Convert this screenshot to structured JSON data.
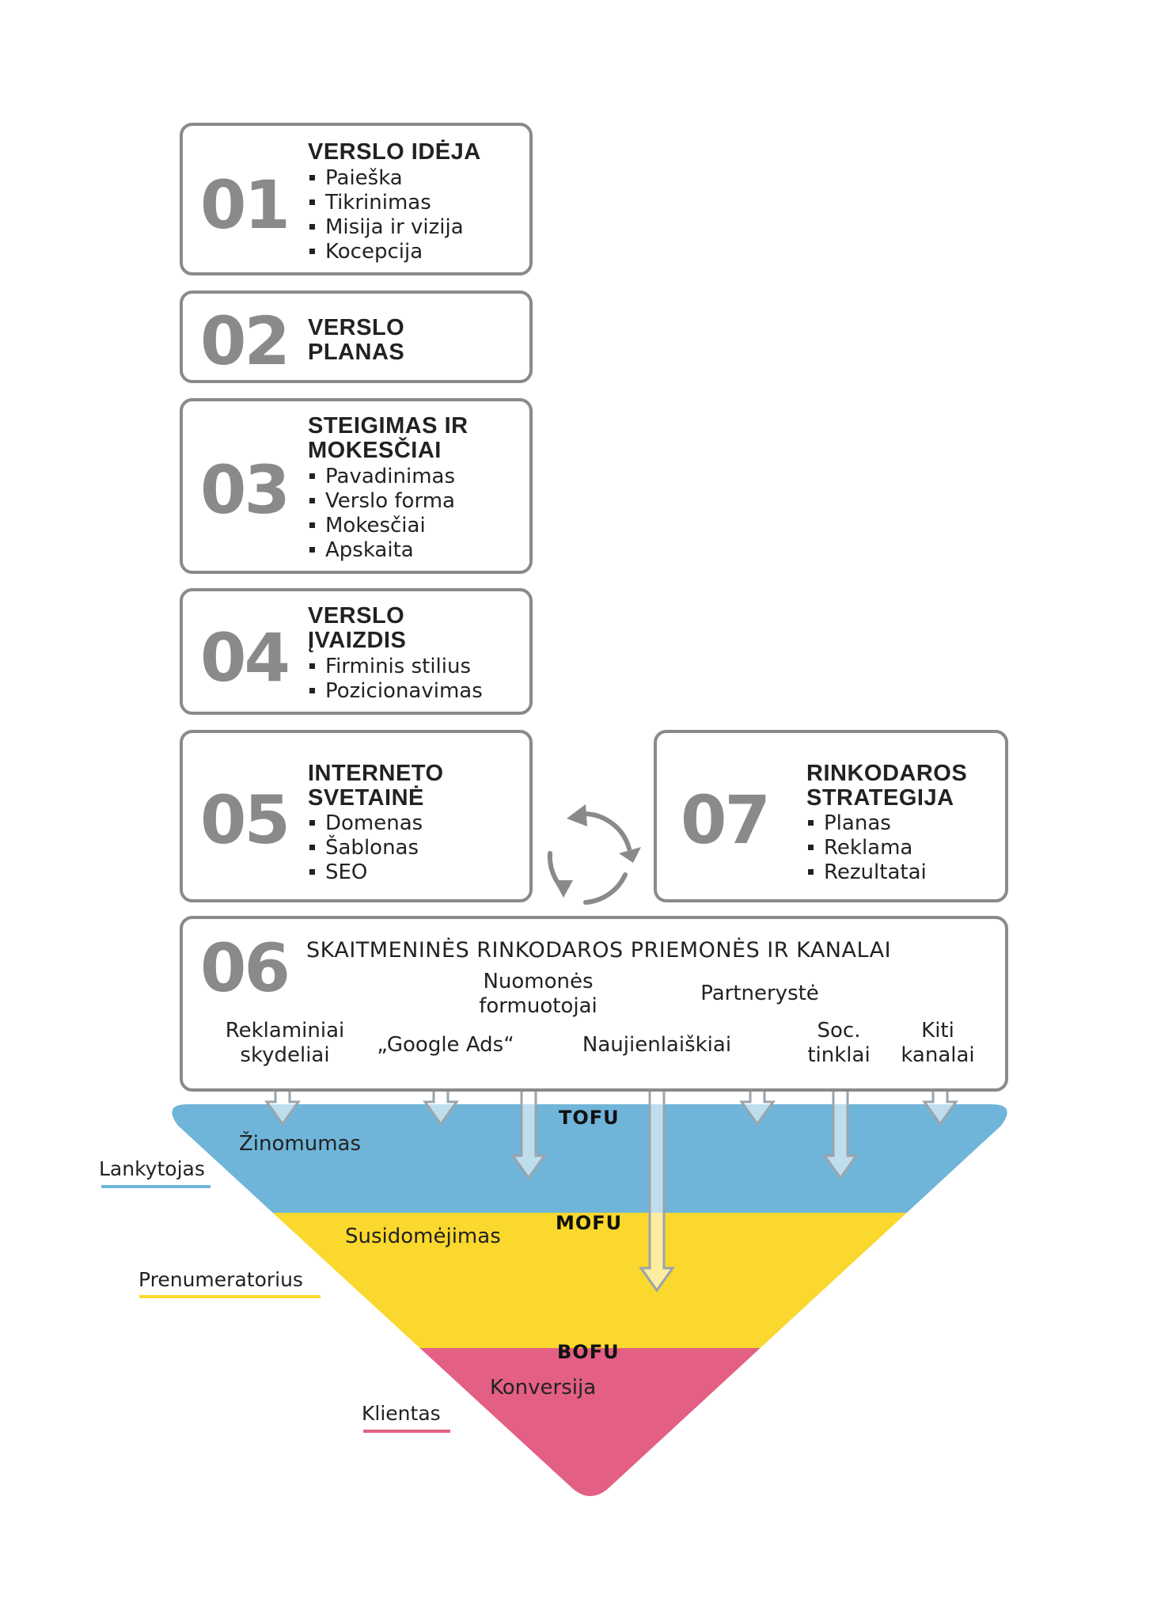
{
  "steps": [
    {
      "number": "01",
      "title_lines": [
        "VERSLO IDĖJA"
      ],
      "items": [
        "Paieška",
        "Tikrinimas",
        "Misija ir vizija",
        "Kocepcija"
      ]
    },
    {
      "number": "02",
      "title_lines": [
        "VERSLO",
        "PLANAS"
      ],
      "items": []
    },
    {
      "number": "03",
      "title_lines": [
        "STEIGIMAS IR",
        "MOKESČIAI"
      ],
      "items": [
        "Pavadinimas",
        "Verslo forma",
        "Mokesčiai",
        "Apskaita"
      ]
    },
    {
      "number": "04",
      "title_lines": [
        "VERSLO",
        "ĮVAIZDIS"
      ],
      "items": [
        "Firminis stilius",
        "Pozicionavimas"
      ]
    },
    {
      "number": "05",
      "title_lines": [
        "INTERNETO",
        "SVETAINĖ"
      ],
      "items": [
        "Domenas",
        "Šablonas",
        "SEO"
      ]
    },
    {
      "number": "07",
      "title_lines": [
        "RINKODAROS",
        "STRATEGIJA"
      ],
      "items": [
        "Planas",
        "Reklama",
        "Rezultatai"
      ]
    }
  ],
  "channels_box": {
    "number": "06",
    "title": "SKAITMENINĖS RINKODAROS PRIEMONĖS IR KANALAI",
    "channels": [
      {
        "lines": [
          "Reklaminiai",
          "skydeliai"
        ]
      },
      {
        "lines": [
          "„Google Ads“"
        ]
      },
      {
        "lines": [
          "Nuomonės",
          "formuotojai"
        ]
      },
      {
        "lines": [
          "Naujienlaiškiai"
        ]
      },
      {
        "lines": [
          "Partnerystė"
        ]
      },
      {
        "lines": [
          "Soc.",
          "tinklai"
        ]
      },
      {
        "lines": [
          "Kiti",
          "kanalai"
        ]
      }
    ]
  },
  "funnel": {
    "levels": [
      {
        "tag": "TOFU",
        "stage": "Žinomumas",
        "audience": "Lankytojas",
        "color": "#6fb5d9"
      },
      {
        "tag": "MOFU",
        "stage": "Susidomėjimas",
        "audience": "Prenumeratorius",
        "color": "#fbd82d"
      },
      {
        "tag": "BOFU",
        "stage": "Konversija",
        "audience": "Klientas",
        "color": "#e35f84"
      }
    ]
  },
  "colors": {
    "border": "#8a8a8a",
    "text": "#222222"
  },
  "icons": {
    "cycle": "refresh-cycle-icon",
    "arrow": "down-arrow-icon"
  }
}
